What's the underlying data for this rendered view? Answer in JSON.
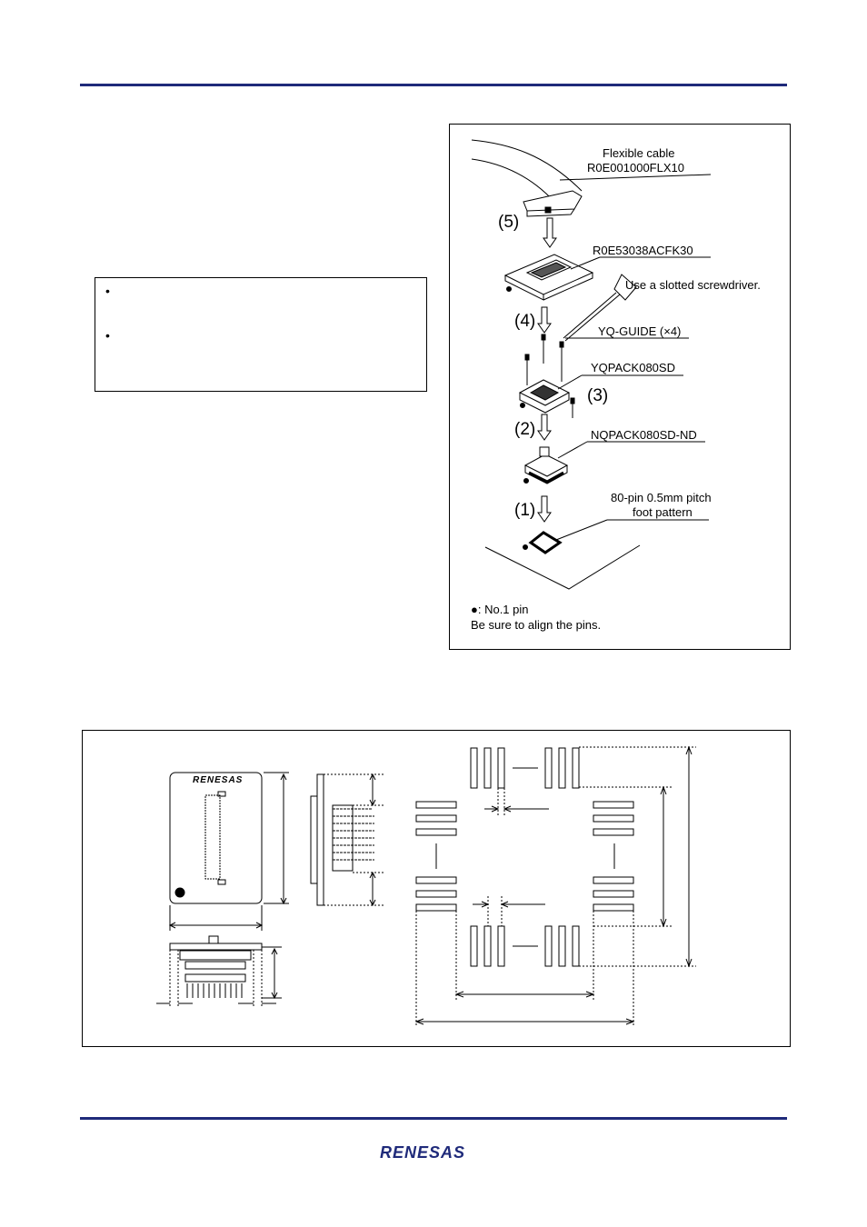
{
  "connection_figure": {
    "labels": {
      "flexible_cable": "Flexible cable",
      "cable_part": "R0E001000FLX10",
      "board_part": "R0E53038ACFK30",
      "screwdriver": "Use a slotted screwdriver.",
      "guide": "YQ-GUIDE (×4)",
      "yqpack": "YQPACK080SD",
      "nqpack": "NQPACK080SD-ND",
      "foot_pattern_1": "80-pin 0.5mm pitch",
      "foot_pattern_2": "foot pattern"
    },
    "steps": [
      "(5)",
      "(4)",
      "(3)",
      "(2)",
      "(1)"
    ],
    "legend": {
      "pin1": "●: No.1 pin",
      "align": "Be sure to align the pins."
    }
  },
  "note_box": {
    "bullets": [
      "•",
      "•"
    ]
  },
  "dimension_figure": {
    "board_logo": "RENESAS"
  },
  "footer": {
    "logo": "RENESAS"
  },
  "colors": {
    "rule": "#1f2a7a",
    "logo": "#1f2a7a"
  }
}
